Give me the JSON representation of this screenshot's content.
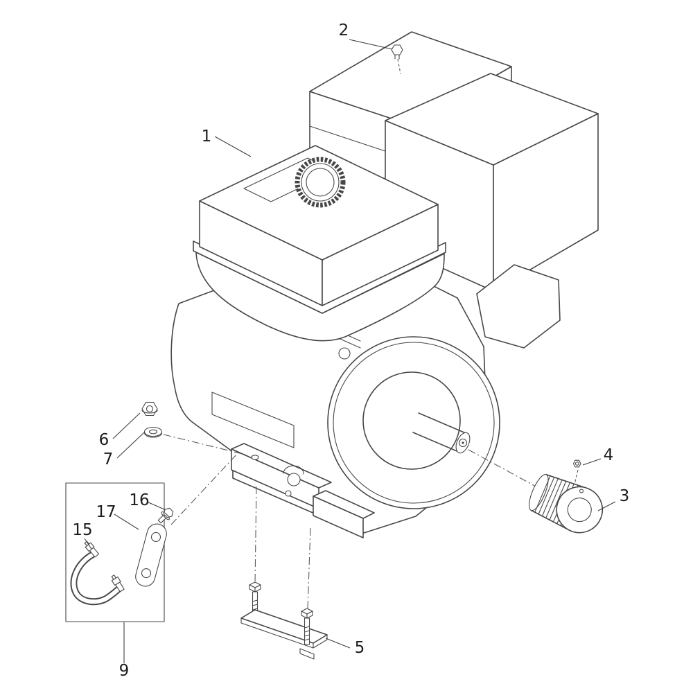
{
  "figure": {
    "colors": {
      "background": "#ffffff",
      "line": "#474747",
      "label": "#1c1c1c"
    },
    "callouts": {
      "c1": {
        "label": "1",
        "part": "engine-assembly"
      },
      "c2": {
        "label": "2",
        "part": "top-bolt"
      },
      "c3": {
        "label": "3",
        "part": "splined-coupling"
      },
      "c4": {
        "label": "4",
        "part": "set-screw"
      },
      "c5": {
        "label": "5",
        "part": "mounting-bracket-with-bolts"
      },
      "c6": {
        "label": "6",
        "part": "hex-nut"
      },
      "c7": {
        "label": "7",
        "part": "washer"
      },
      "c9": {
        "label": "9",
        "part": "hose-kit-box"
      },
      "c15": {
        "label": "15",
        "part": "fuel-hose"
      },
      "c16": {
        "label": "16",
        "part": "flange-bolt"
      },
      "c17": {
        "label": "17",
        "part": "gasket-plate"
      }
    }
  }
}
